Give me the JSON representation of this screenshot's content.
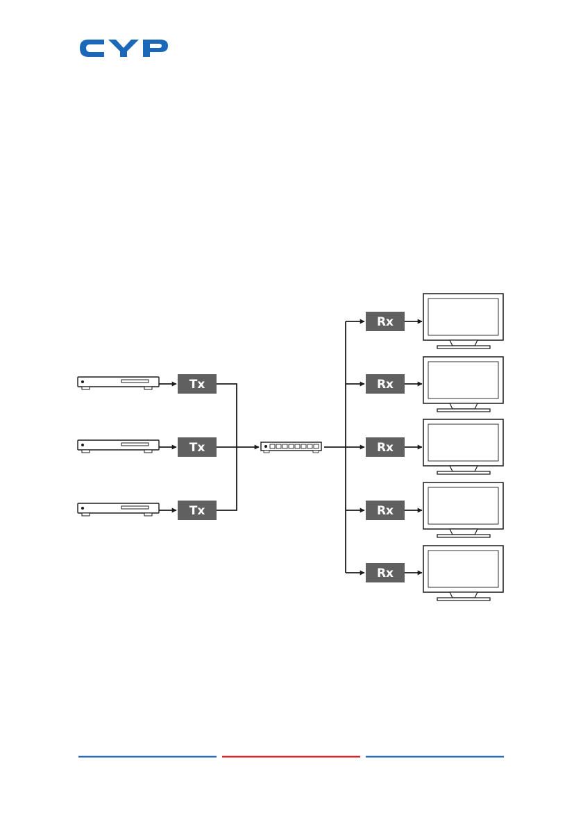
{
  "brand": {
    "logo_text": "CYP",
    "logo_color": "#1b68b8"
  },
  "diagram": {
    "transmitter_label": "Tx",
    "receiver_label": "Rx",
    "source_count": 3,
    "display_count": 5,
    "box_color": "#606060",
    "line_color": "#1a1a1a"
  },
  "footer": {
    "rule_colors": [
      "#2d6db5",
      "#d8262d",
      "#2d6db5"
    ]
  }
}
